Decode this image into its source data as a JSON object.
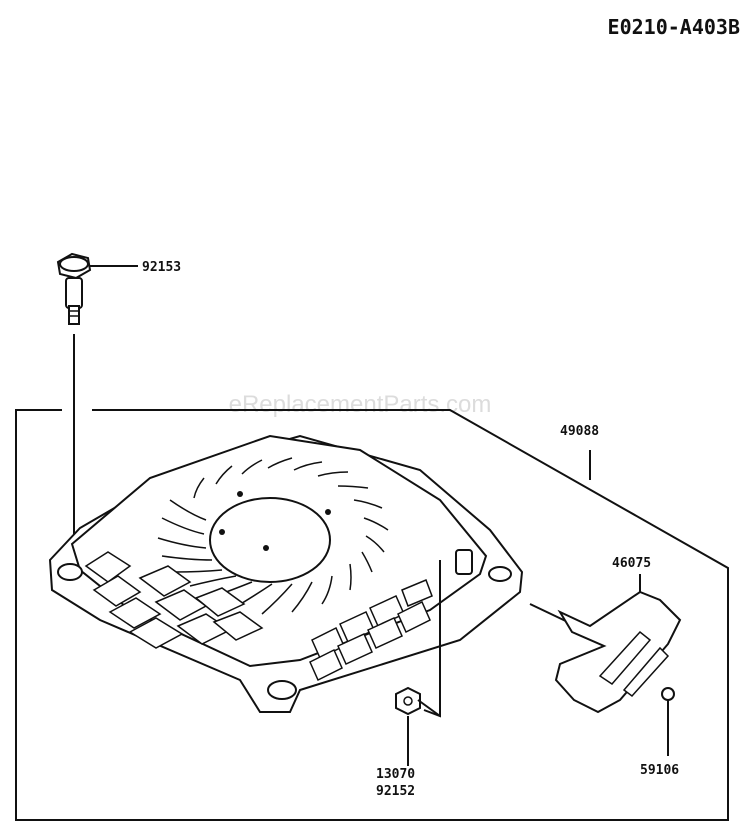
{
  "diagram_code": "E0210-A403B",
  "watermark": "eReplacementParts.com",
  "parts": {
    "bolt": "92153",
    "recoil_assembly": "49088",
    "handle": "46075",
    "handle_pin": "59106",
    "nut_a": "13070",
    "nut_b": "92152"
  },
  "colors": {
    "ink": "#111111",
    "watermark": "#dcdcdc",
    "background": "#ffffff"
  }
}
